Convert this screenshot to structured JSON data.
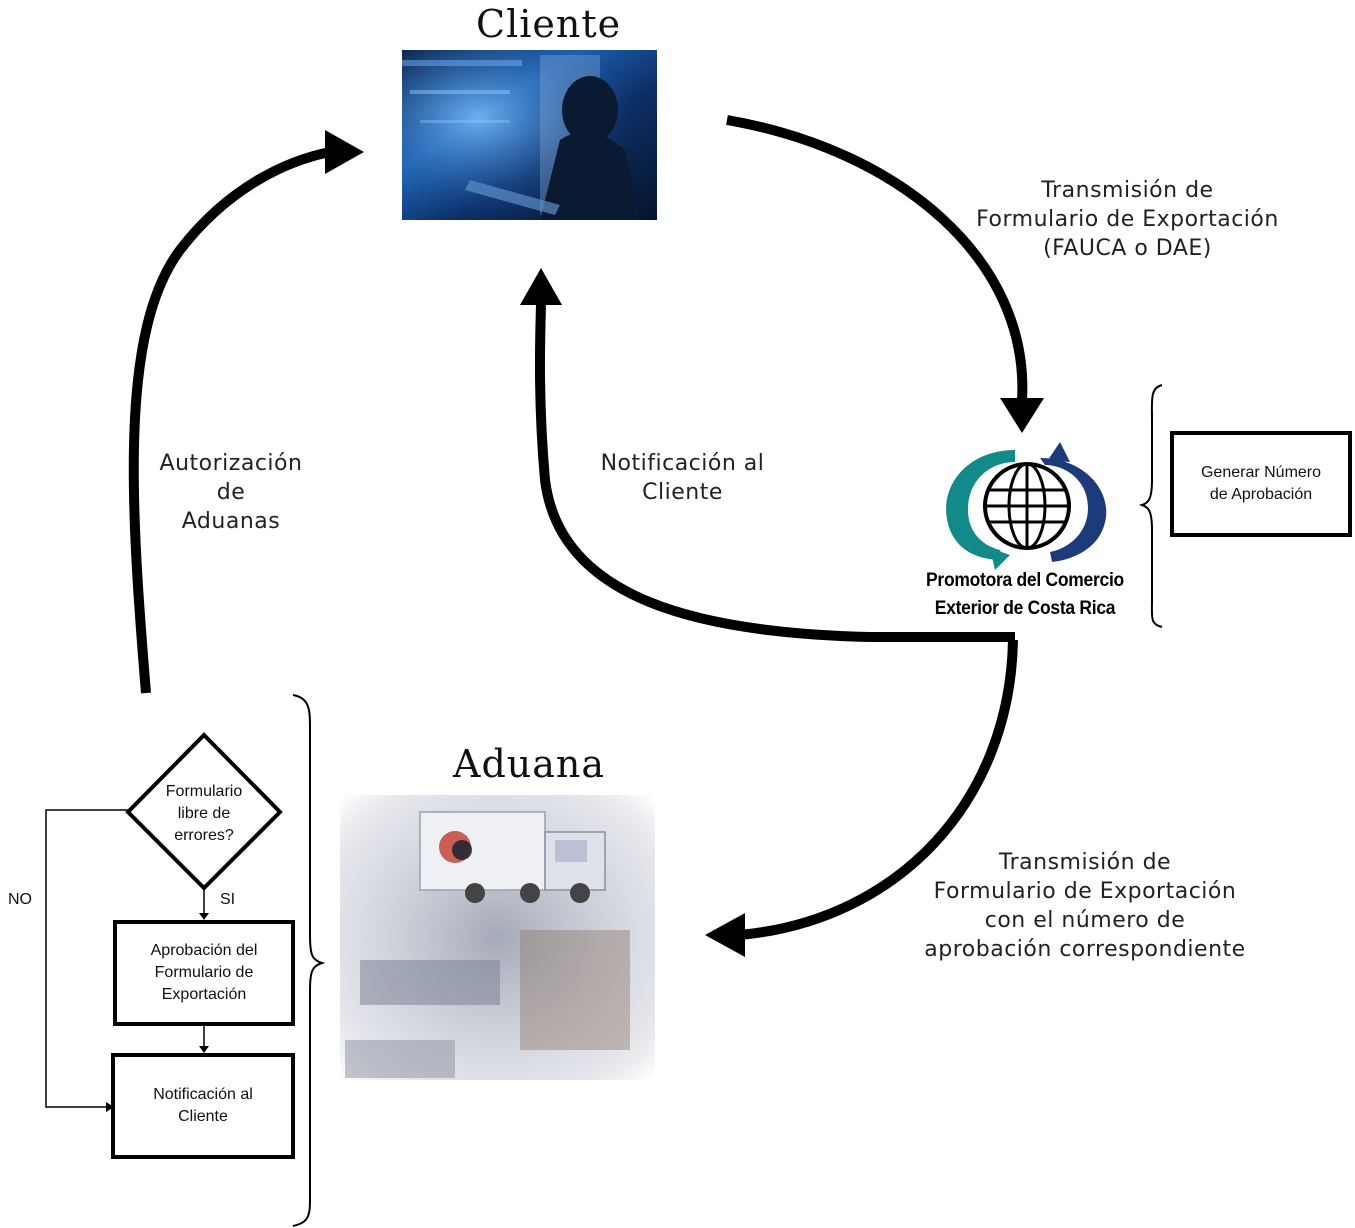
{
  "cliente": {
    "title": "Cliente"
  },
  "aduana": {
    "title": "Aduana"
  },
  "logo": {
    "lines": [
      "Promotora del Comercio",
      "Exterior de Costa Rica"
    ]
  },
  "arrows": {
    "transmision_fauca": [
      "Transmisión de",
      "Formulario de Exportación",
      "(FAUCA o DAE)"
    ],
    "notificacion": [
      "Notificación al",
      "Cliente"
    ],
    "autorizacion": [
      "Autorización",
      "de",
      "Aduanas"
    ],
    "transmision_numero": [
      "Transmisión de",
      "Formulario de Exportación",
      "con el número de",
      "aprobación correspondiente"
    ]
  },
  "procomer_box": {
    "lines": [
      "Generar Número",
      "de Aprobación"
    ]
  },
  "flow": {
    "decision": [
      "Formulario",
      "libre de",
      "errores?"
    ],
    "yes_label": "SI",
    "no_label": "NO",
    "approval": [
      "Aprobación del",
      "Formulario de",
      "Exportación"
    ],
    "notify": [
      "Notificación al",
      "Cliente"
    ]
  },
  "colors": {
    "arrow": "#000000",
    "globe_teal": "#138a8a",
    "globe_navy": "#1d3a7a",
    "photo_blue": "#1c5fb0"
  }
}
